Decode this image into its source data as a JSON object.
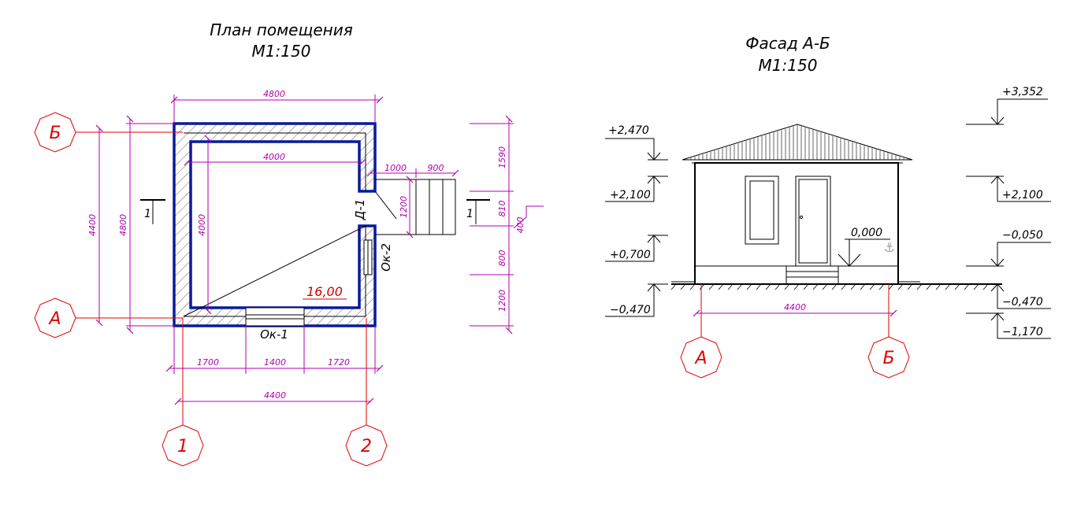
{
  "plan": {
    "title": "План помещения",
    "scale": "М1:150",
    "dims": {
      "top_total": "4800",
      "inner_width": "4000",
      "stair_width_1": "1000",
      "stair_width_2": "900",
      "stair_depth": "1200",
      "left_outer": "4400",
      "left_total": "4800",
      "inner_height": "4000",
      "bottom_1": "1700",
      "bottom_2": "1400",
      "bottom_3": "1720",
      "bottom_axes": "4400",
      "right_1": "1590",
      "right_2": "810",
      "right_2b": "400",
      "right_3": "800",
      "right_4": "1200"
    },
    "axes": {
      "a": "А",
      "b": "Б",
      "one": "1",
      "two": "2"
    },
    "labels": {
      "door": "Д-1",
      "window_right": "Ок-2",
      "window_bottom": "Ок-1",
      "area": "16,00",
      "section": "1"
    }
  },
  "facade": {
    "title": "Фасад А-Б",
    "scale": "М1:150",
    "levels_left": [
      "+2,470",
      "+2,100",
      "+0,700",
      "−0,470"
    ],
    "levels_right": [
      "+3,352",
      "+2,100",
      "−0,050",
      "−0,470",
      "−1,170"
    ],
    "level_zero": "0,000",
    "dim_axes": "4400",
    "axes": {
      "a": "А",
      "b": "Б"
    }
  },
  "colors": {
    "wall": "#0a1a9a",
    "dimension": "#b000b0",
    "axis": "#e00000"
  }
}
